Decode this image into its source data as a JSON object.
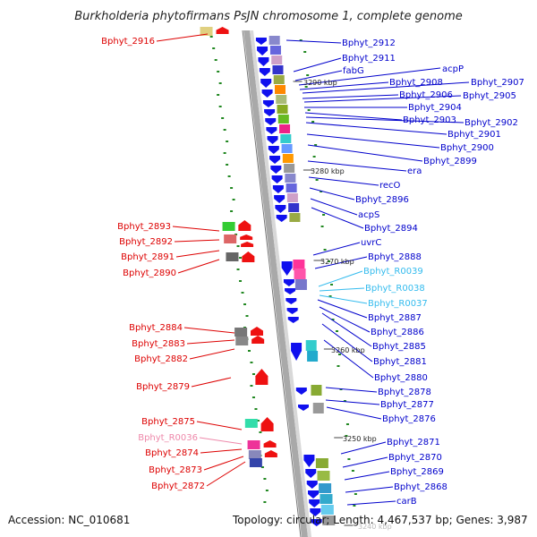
{
  "title": "Burkholderia phytofirmans PsJN chromosome 1, complete genome",
  "footer": {
    "accession": "Accession: NC_010681",
    "summary": "Topology: circular; Length: 4,467,537 bp; Genes: 3,987"
  },
  "colors": {
    "backbone": "#a9a9a9",
    "forward_label": "#0000cc",
    "reverse_label": "#dd0000",
    "rna_label_cyan": "#33bbee",
    "rna_label_pink": "#ee88aa",
    "forward_gene": "#1010ee",
    "reverse_gene": "#ee1111",
    "tick": "#228822"
  },
  "scale_labels": [
    "3290 kbp",
    "3280 kbp",
    "3270 kbp",
    "3260 kbp",
    "3250 kbp",
    "3240 kbp"
  ],
  "right_labels": [
    "Bphyt_2912",
    "Bphyt_2911",
    "fabG",
    "acpP",
    "Bphyt_2908",
    "Bphyt_2907",
    "Bphyt_2906",
    "Bphyt_2905",
    "Bphyt_2904",
    "Bphyt_2903",
    "Bphyt_2902",
    "Bphyt_2901",
    "Bphyt_2900",
    "Bphyt_2899",
    "era",
    "recO",
    "Bphyt_2896",
    "acpS",
    "Bphyt_2894",
    "uvrC",
    "Bphyt_2888",
    "Bphyt_R0039",
    "Bphyt_R0038",
    "Bphyt_R0037",
    "Bphyt_2887",
    "Bphyt_2886",
    "Bphyt_2885",
    "Bphyt_2881",
    "Bphyt_2880",
    "Bphyt_2878",
    "Bphyt_2877",
    "Bphyt_2876",
    "Bphyt_2871",
    "Bphyt_2870",
    "Bphyt_2869",
    "Bphyt_2868",
    "carB"
  ],
  "left_labels": [
    "Bphyt_2916",
    "Bphyt_2893",
    "Bphyt_2892",
    "Bphyt_2891",
    "Bphyt_2890",
    "Bphyt_2884",
    "Bphyt_2883",
    "Bphyt_2882",
    "Bphyt_2879",
    "Bphyt_2875",
    "Bphyt_R0036",
    "Bphyt_2874",
    "Bphyt_2873",
    "Bphyt_2872"
  ]
}
